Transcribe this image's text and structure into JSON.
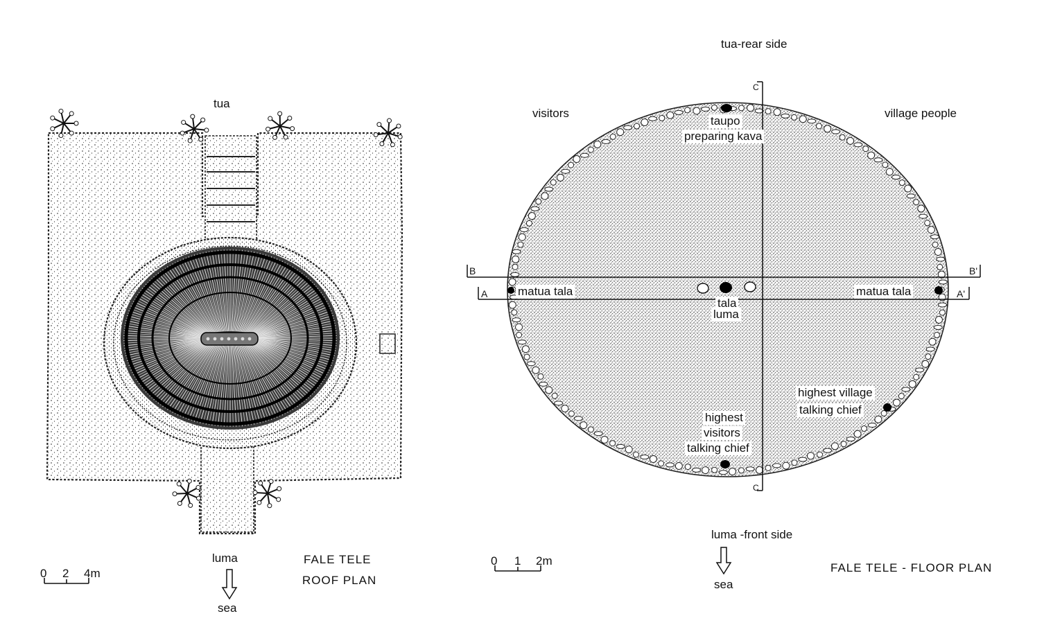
{
  "roof_plan": {
    "top_label": "tua",
    "bottom_label": "luma",
    "sea_label": "sea",
    "title_line1": "FALE  TELE",
    "title_line2": "ROOF  PLAN",
    "scale": {
      "ticks": [
        "0",
        "2",
        "4m"
      ]
    }
  },
  "floor_plan": {
    "top_label": "tua-rear side",
    "bottom_label": "luma -front side",
    "sea_label": "sea",
    "left_side_label": "visitors",
    "right_side_label": "village  people",
    "title": "FALE  TELE  -  FLOOR  PLAN",
    "scale": {
      "ticks": [
        "0",
        "1",
        "2m"
      ]
    },
    "section_marks": {
      "b_left": "B",
      "b_right": "B'",
      "a_left": "A",
      "a_right": "A'",
      "c_top": "C",
      "c_bottom": "C"
    },
    "seat_labels": {
      "taupo": "taupo",
      "preparing_kava": "preparing  kava",
      "matua_tala_left": "matua  tala",
      "matua_tala_right": "matua  tala",
      "tala": "tala",
      "luma": "luma",
      "highest_village": "highest  village",
      "talking_chief_village": "talking  chief",
      "highest": "highest",
      "visitors": "visitors",
      "talking_chief_visitors": "talking  chief"
    }
  }
}
